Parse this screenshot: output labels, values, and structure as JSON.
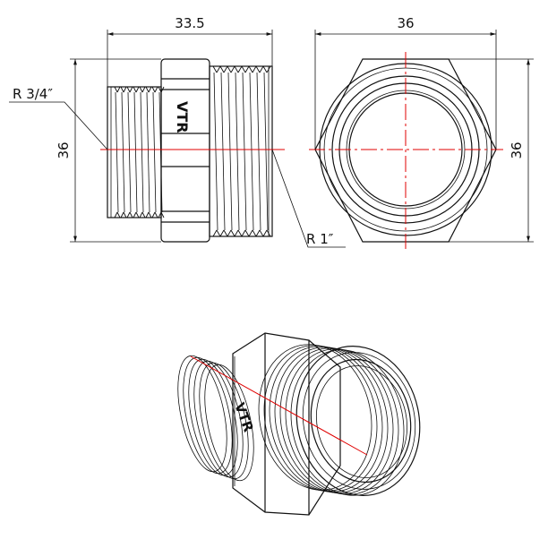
{
  "dimensions": {
    "length": "33.5",
    "hex_width": "36",
    "left_height": "36",
    "right_height": "36"
  },
  "thread_labels": {
    "small": "R 3/4″",
    "large": "R 1″"
  },
  "logo_text": "VTR",
  "colors": {
    "line": "#111111",
    "centerline": "#e00000",
    "background": "#ffffff"
  }
}
